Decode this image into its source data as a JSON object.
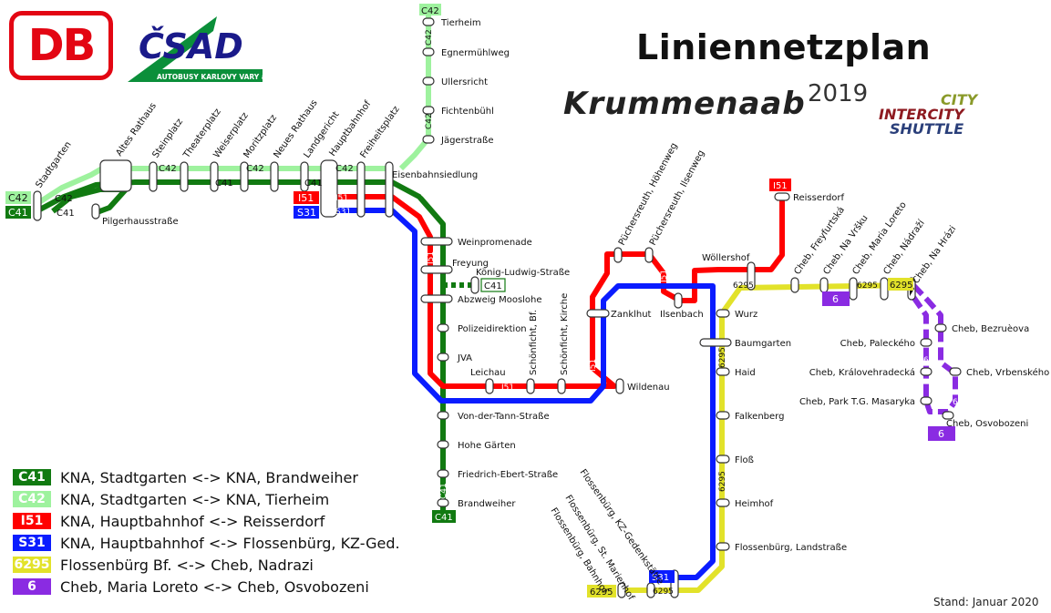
{
  "header": {
    "db_logo": "DB",
    "csad_logo": "ČSAD",
    "csad_sub": "AUTOBUSY KARLOVY VARY a.s.",
    "title": "Liniennetzplan",
    "brand": "Krummenaab",
    "brand_year": "2019",
    "brand_city": "CITY",
    "brand_intercity": "INTERCITY",
    "brand_shuttle": "SHUTTLE"
  },
  "colors": {
    "C41": "#117a11",
    "C42": "#9ef29e",
    "I51": "#ff0000",
    "S31": "#0a1cff",
    "6295": "#e2e22a",
    "6": "#8a2be2"
  },
  "badges": {
    "C42_top": "C42",
    "C42_left": "C42",
    "C41_left": "C41",
    "C41_bottom": "C41",
    "I51_top": "I51",
    "I51_left": "I51",
    "S31_left": "S31",
    "S31_bottom": "S31",
    "C41_branch": "C41",
    "line6295_left": "6295",
    "line6295_right": "6295",
    "line6_top": "6",
    "line6_bottom": "6"
  },
  "track_labels": {
    "c42_a": "C42",
    "c42_b": "C42",
    "c42_c": "C42",
    "c42_d": "C42",
    "c42_e": "C42",
    "c42_f": "C42",
    "c41_a": "C41",
    "c41_b": "C41",
    "c41_c": "C41",
    "c41_d": "C41",
    "c41_e": "C41",
    "i51_a": "I51",
    "i51_b": "I51",
    "i51_c": "I51",
    "i51_d": "I51",
    "i51_e": "I51",
    "s31_a": "S31",
    "l6295_a": "6295",
    "l6295_b": "6295",
    "l6295_c": "6295",
    "l6295_d": "6295",
    "l6295_e": "6295",
    "l6_a": "6",
    "l6_b": "6"
  },
  "stations": {
    "stadtgarten": "Stadtgarten",
    "altes_rathaus": "Altes Rathaus",
    "steinplatz": "Steinplatz",
    "theaterplatz": "Theaterplatz",
    "weiserplatz": "Weiserplatz",
    "moritzplatz": "Moritzplatz",
    "neues_rathaus": "Neues Rathaus",
    "landgericht": "Landgericht",
    "hauptbahnhof": "Hauptbahnhof",
    "freiheitsplatz": "Freiheitsplatz",
    "eisenbahnsiedlung": "Eisenbahnsiedlung",
    "pilgerhausstrasse": "Pilgerhausstraße",
    "tierheim": "Tierheim",
    "egnermuehlweg": "Egnermühlweg",
    "ullersricht": "Ullersricht",
    "fichtenbuehl": "Fichtenbühl",
    "jaegerstrasse": "Jägerstraße",
    "weinpromenade": "Weinpromenade",
    "freyung": "Freyung",
    "koenig_ludwig": "König-Ludwig-Straße",
    "abzweig_moosl": "Abzweig Mooslohe",
    "polizeidirektion": "Polizeidirektion",
    "jva": "JVA",
    "von_der_tann": "Von-der-Tann-Straße",
    "hohe_gaerten": "Hohe Gärten",
    "friedrich_ebert": "Friedrich-Ebert-Straße",
    "brandweiher": "Brandweiher",
    "leichau": "Leichau",
    "schoenficht_bf": "Schönficht, Bf.",
    "schoenficht_kirche": "Schönficht, Kirche",
    "wildenau": "Wildenau",
    "zanklhut": "Zanklhut",
    "puechersreuth_hoehenweg": "Püchersreuth, Höhenweg",
    "puechersreuth_ilsenweg": "Püchersreuth, Ilsenweg",
    "ilsenbach": "Ilsenbach",
    "woellershof": "Wöllershof",
    "reisserdorf": "Reisserdorf",
    "wurz": "Wurz",
    "baumgarten": "Baumgarten",
    "haid": "Haid",
    "falkenberg": "Falkenberg",
    "floss": "Floß",
    "heimhof": "Heimhof",
    "flossenbuerg_landstr": "Flossenbürg, Landstraße",
    "flossenbuerg_kz": "Flossenbürg, KZ-Gedenkstätte",
    "flossenbuerg_st_marienhof": "Flossenbürg, St. Marienhof",
    "flossenbuerg_bf": "Flossenbürg, Bahnhof",
    "cheb_freyfurtska": "Cheb, Freyfurtská",
    "cheb_na_vrsku": "Cheb, Na Vršku",
    "cheb_maria_loreto": "Cheb, Maria Loreto",
    "cheb_nadrazi": "Cheb, Nádraží",
    "cheb_na_hrazi": "Cheb, Na Hrázi",
    "cheb_bezruceva": "Cheb, Bezruèova",
    "cheb_paleckeho": "Cheb, Paleckého",
    "cheb_vrbenskeho": "Cheb, Vrbenského",
    "cheb_kralovehradecka": "Cheb, Královehradecká",
    "cheb_park_tgm": "Cheb, Park T.G. Masaryka",
    "cheb_osvobozeni": "Cheb, Osvobozeni"
  },
  "legend": [
    {
      "line": "C41",
      "text": "KNA, Stadtgarten <-> KNA, Brandweiher"
    },
    {
      "line": "C42",
      "text": "KNA, Stadtgarten <-> KNA, Tierheim"
    },
    {
      "line": "I51",
      "text": "KNA, Hauptbahnhof <-> Reisserdorf"
    },
    {
      "line": "S31",
      "text": "KNA, Hauptbahnhof <-> Flossenbürg, KZ-Ged."
    },
    {
      "line": "6295",
      "text": "Flossenbürg Bf. <-> Cheb, Nadrazi"
    },
    {
      "line": "6",
      "text": "Cheb, Maria Loreto <-> Cheb, Osvobozeni"
    }
  ],
  "footer": {
    "stand": "Stand: Januar 2020"
  }
}
